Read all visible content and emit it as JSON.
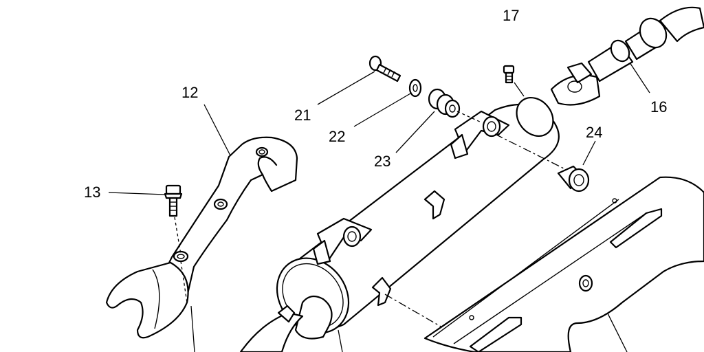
{
  "callouts": {
    "c12": "12",
    "c13": "13",
    "c16": "16",
    "c17": "17",
    "c21": "21",
    "c22": "22",
    "c23": "23",
    "c24": "24"
  }
}
